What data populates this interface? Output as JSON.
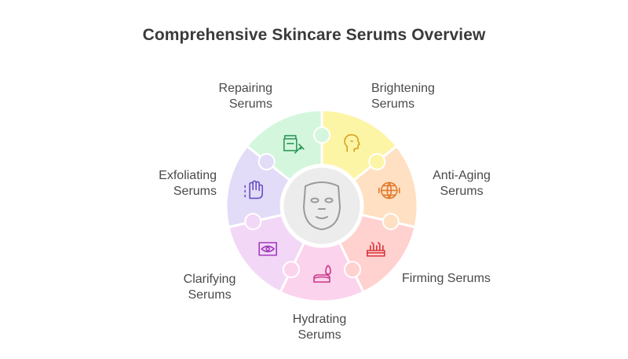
{
  "title": "Comprehensive Skincare Serums Overview",
  "center": {
    "icon": "face-mask-icon",
    "fill": "#ececec",
    "stroke": "#9a9a9a"
  },
  "segments": [
    {
      "key": "brightening",
      "line1": "Brightening",
      "line2": "Serums",
      "color": "#fdf5a6",
      "icon": "face-profile-icon",
      "icon_color": "#d6a21c"
    },
    {
      "key": "anti_aging",
      "line1": "Anti-Aging",
      "line2": "Serums",
      "color": "#ffe0c2",
      "icon": "globe-head-icon",
      "icon_color": "#e07a2c"
    },
    {
      "key": "firming",
      "line1": "Firming Serums",
      "line2": "",
      "color": "#ffd1cf",
      "icon": "skin-layers-icon",
      "icon_color": "#d8343a"
    },
    {
      "key": "hydrating",
      "line1": "Hydrating",
      "line2": "Serums",
      "color": "#fcd3ec",
      "icon": "cream-drop-icon",
      "icon_color": "#c8388a"
    },
    {
      "key": "clarifying",
      "line1": "Clarifying",
      "line2": "Serums",
      "color": "#f2d8f6",
      "icon": "eye-frame-icon",
      "icon_color": "#a23cc0"
    },
    {
      "key": "exfoliating",
      "line1": "Exfoliating",
      "line2": "Serums",
      "color": "#e2dcf8",
      "icon": "hand-scrub-icon",
      "icon_color": "#6a4ec2"
    },
    {
      "key": "repairing",
      "line1": "Repairing",
      "line2": "Serums",
      "color": "#d4f6dd",
      "icon": "jar-dropper-icon",
      "icon_color": "#2f9a5a"
    }
  ]
}
